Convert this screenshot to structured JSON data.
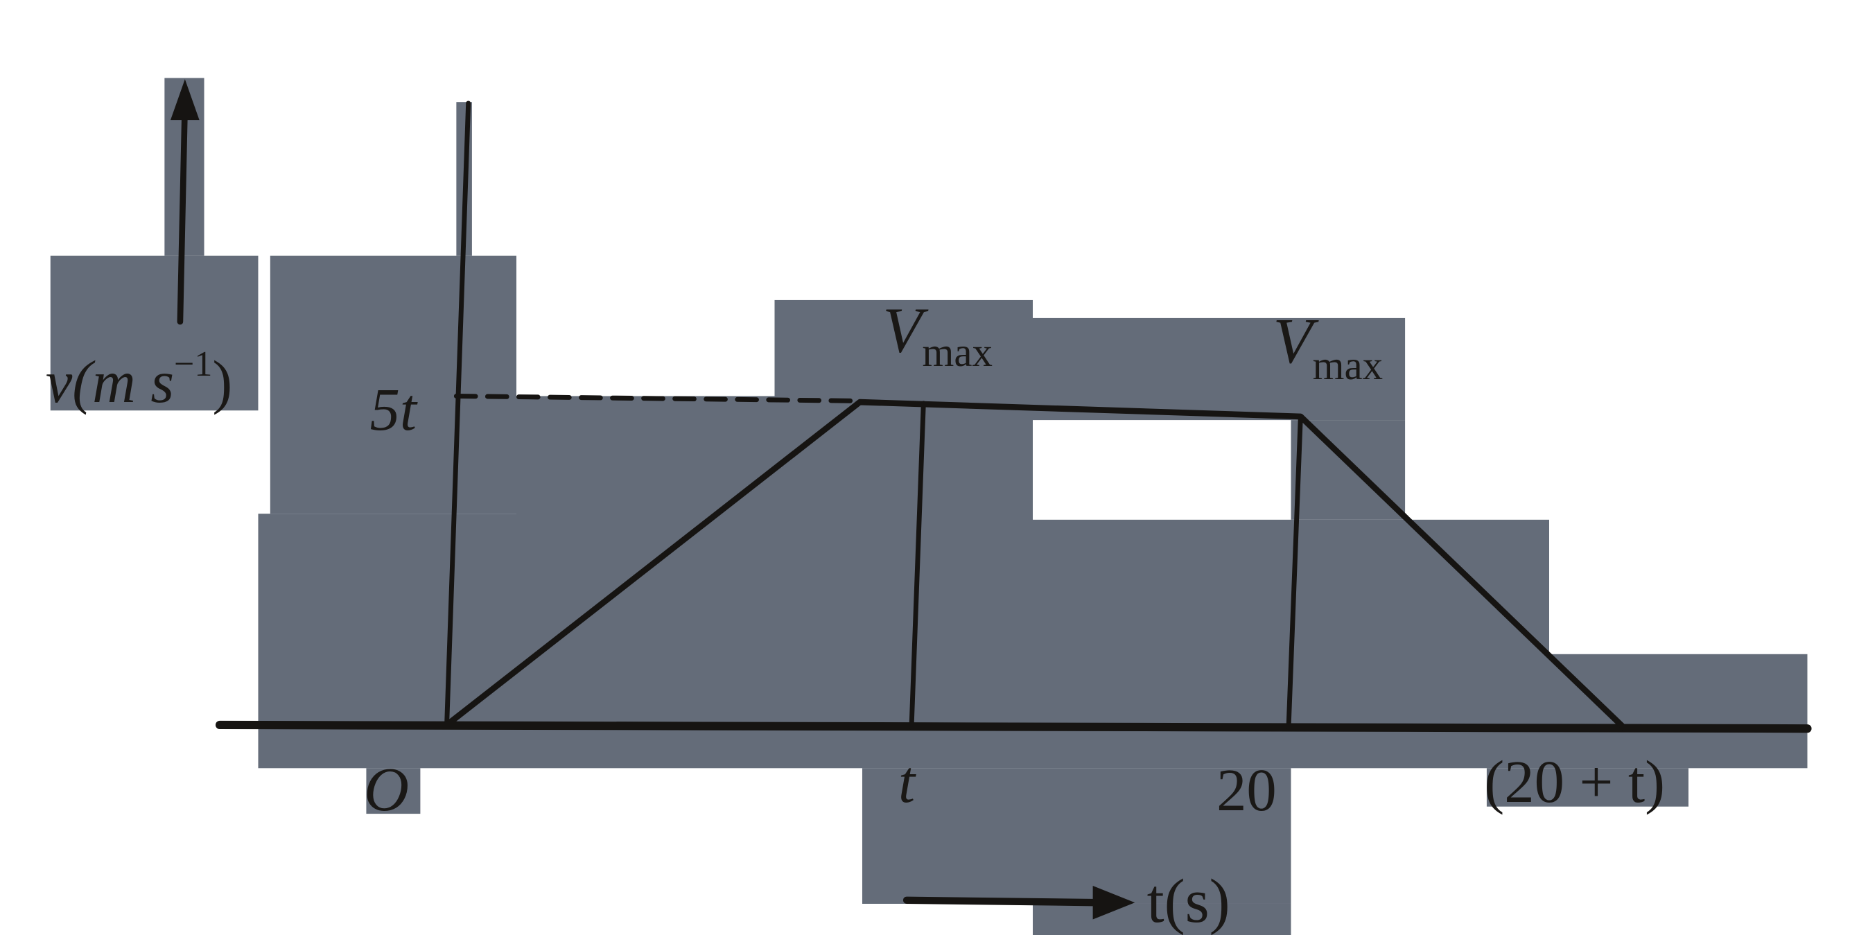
{
  "chart_data": {
    "type": "line",
    "title": "",
    "xlabel": "t(s)",
    "ylabel": "v(m s⁻¹)",
    "x_ticks": [
      "O",
      "t",
      "20",
      "(20 + t)"
    ],
    "y_ticks": [
      "5t"
    ],
    "series": [
      {
        "name": "velocity",
        "points": [
          {
            "x": "0",
            "y": "0"
          },
          {
            "x": "t",
            "y": "5t"
          },
          {
            "x": "20",
            "y": "5t"
          },
          {
            "x": "20 + t",
            "y": "0"
          }
        ]
      }
    ],
    "annotations": [
      {
        "text": "V",
        "sub": "max",
        "at": "t"
      },
      {
        "text": "V",
        "sub": "max",
        "at": "20"
      }
    ],
    "grid": false
  },
  "labels": {
    "y_axis": {
      "main": "v(m s",
      "sup": "−1",
      "close": ")"
    },
    "x_axis": "t(s)",
    "y_tick": "5t",
    "origin": "O",
    "x_tick_t": "t",
    "x_tick_20": "20",
    "x_tick_20t": "(20 + t)",
    "vmax_1": {
      "main": "V",
      "sub": "max"
    },
    "vmax_2": {
      "main": "V",
      "sub": "max"
    }
  },
  "colors": {
    "mask": "#646c79",
    "ink": "#161412",
    "background": "#ffffff"
  }
}
